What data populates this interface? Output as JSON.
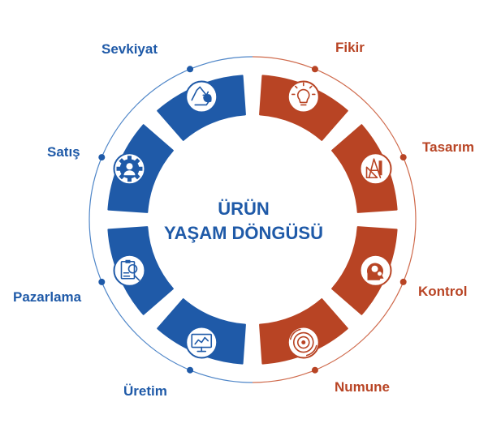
{
  "title": {
    "line1": "ÜRÜN",
    "line2": "YAŞAM DÖNGÜSÜ"
  },
  "colors": {
    "blue": "#1f5aa8",
    "red": "#b84424",
    "blue_light": "#4f86c8",
    "red_light": "#cf6a4c"
  },
  "stages": [
    {
      "label": "Fikir",
      "side": "red",
      "icon": "lightbulb-icon"
    },
    {
      "label": "Tasarım",
      "side": "red",
      "icon": "design-tools-icon"
    },
    {
      "label": "Kontrol",
      "side": "red",
      "icon": "head-gears-icon"
    },
    {
      "label": "Numune",
      "side": "red",
      "icon": "gear-circle-icon"
    },
    {
      "label": "Üretim",
      "side": "blue",
      "icon": "monitor-chart-icon"
    },
    {
      "label": "Pazarlama",
      "side": "blue",
      "icon": "clipboard-idea-icon"
    },
    {
      "label": "Satış",
      "side": "blue",
      "icon": "gear-person-icon"
    },
    {
      "label": "Sevkiyat",
      "side": "blue",
      "icon": "recycle-icon"
    }
  ]
}
